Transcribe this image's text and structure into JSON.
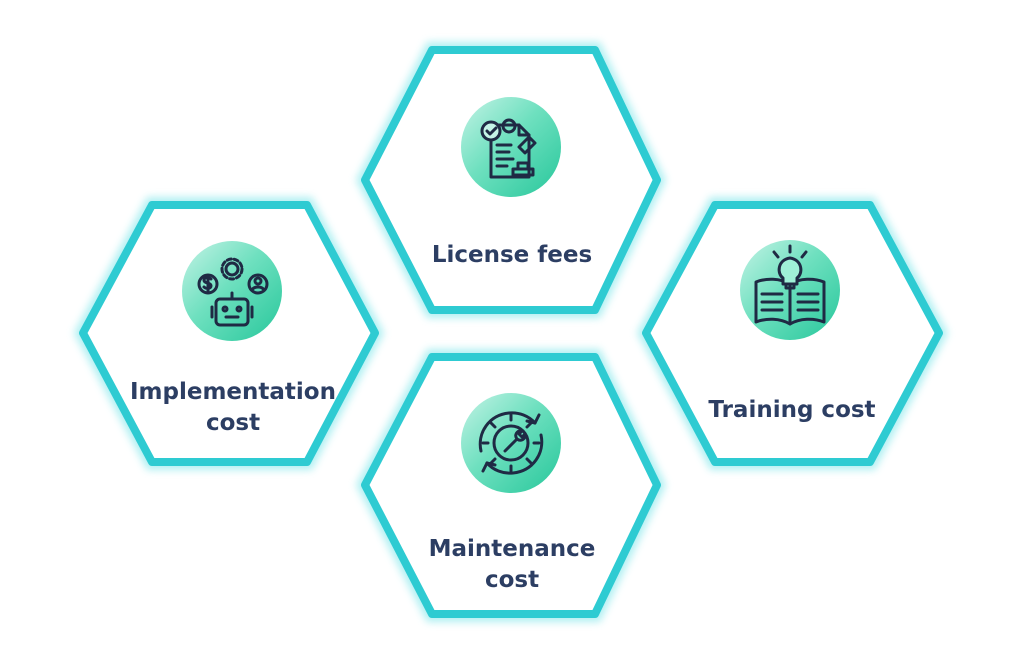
{
  "colors": {
    "hex_stroke": "#2ecbd2",
    "hex_glow": "#9eecef",
    "icon_gradient_light": "#c4f3e6",
    "icon_gradient_dark": "#27c79b",
    "icon_line": "#1f2a44",
    "label_text": "#2c3e63"
  },
  "items": [
    {
      "id": "license-fees",
      "icon": "license-document-stamp-icon",
      "label_lines": [
        "License fees",
        ""
      ]
    },
    {
      "id": "implementation-cost",
      "icon": "robot-gear-dollar-user-icon",
      "label_lines": [
        "Implementation",
        "cost"
      ]
    },
    {
      "id": "training-cost",
      "icon": "book-lightbulb-icon",
      "label_lines": [
        "Training cost",
        ""
      ]
    },
    {
      "id": "maintenance-cost",
      "icon": "gear-wrench-cycle-icon",
      "label_lines": [
        "Maintenance",
        "cost"
      ]
    }
  ]
}
